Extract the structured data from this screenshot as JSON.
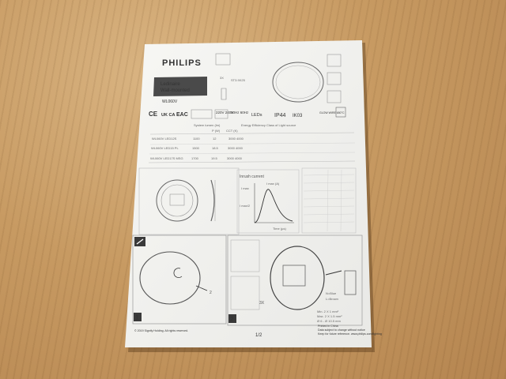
{
  "brand": "PHILIPS",
  "product": {
    "line1": "Ledinaire",
    "line2": "Wall-mounted",
    "model": "WL060V"
  },
  "cert_marks": [
    "CE",
    "UK CA",
    "EAC"
  ],
  "electrical": {
    "voltage": "220V 240V",
    "frequency": "50Hz 60Hz",
    "source": "LEDs",
    "ip": "IP44",
    "ik": "IK03",
    "glow_wire": "GLOW WIRE 650°C"
  },
  "install_box_labels": [
    "3X",
    "ST3.9X25"
  ],
  "table": {
    "headers": [
      "System lumen (lm)",
      "P (W)",
      "CCT (K)",
      "Energy Efficiency Class of Light source"
    ],
    "rows": [
      [
        "WL060V LED12S",
        "1100",
        "12",
        "3000 4000"
      ],
      [
        "WL060V LED15 PL",
        "1500",
        "18.5",
        "3000 4000"
      ],
      [
        "WL060V LED17S MSG",
        "1700",
        "19.5",
        "3000 4000"
      ]
    ]
  },
  "inrush": {
    "title": "Inrush current",
    "imax": "I max",
    "imax_half": "I max/2",
    "imax_label": "I max (A)",
    "time": "Time (µs)"
  },
  "wiring": {
    "n": "N=Blue",
    "l": "L=Brown",
    "min": "Min. 2 X 1 mm²",
    "max": "Max. 2 X 1.5 mm²",
    "dia": "Ø 6 - Ø 10.5 mm"
  },
  "steps": [
    "1",
    "2"
  ],
  "step_labels": [
    "2",
    "3X"
  ],
  "footer": {
    "copyright": "© 2019 Signify Holding. All rights reserved.",
    "page": "1/2",
    "made_in": "Printed in China",
    "note1": "Data subject to change without notice",
    "note2": "Keep for future reference. www.philips.com/lighting"
  }
}
